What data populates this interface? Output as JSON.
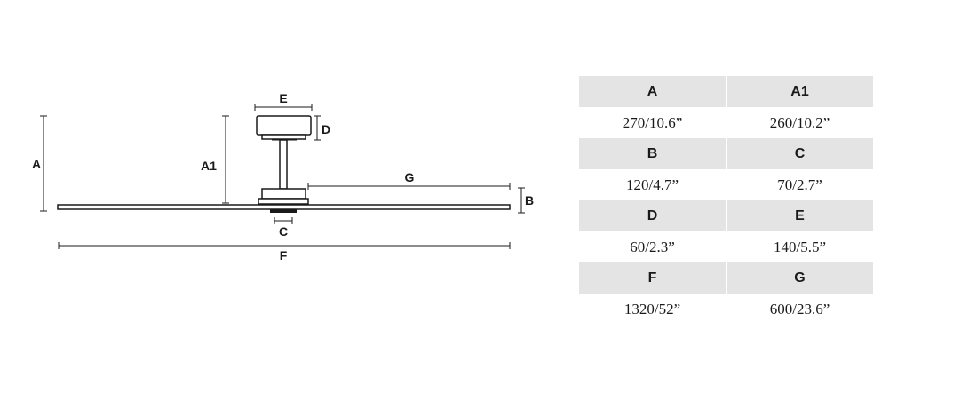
{
  "diagram_labels": {
    "A": "A",
    "A1": "A1",
    "B": "B",
    "C": "C",
    "D": "D",
    "E": "E",
    "F": "F",
    "G": "G"
  },
  "dimension_table": [
    {
      "label": "A",
      "value": "270/10.6”"
    },
    {
      "label": "A1",
      "value": "260/10.2”"
    },
    {
      "label": "B",
      "value": "120/4.7”"
    },
    {
      "label": "C",
      "value": "70/2.7”"
    },
    {
      "label": "D",
      "value": "60/2.3”"
    },
    {
      "label": "E",
      "value": "140/5.5”"
    },
    {
      "label": "F",
      "value": "1320/52”"
    },
    {
      "label": "G",
      "value": "600/23.6”"
    }
  ]
}
